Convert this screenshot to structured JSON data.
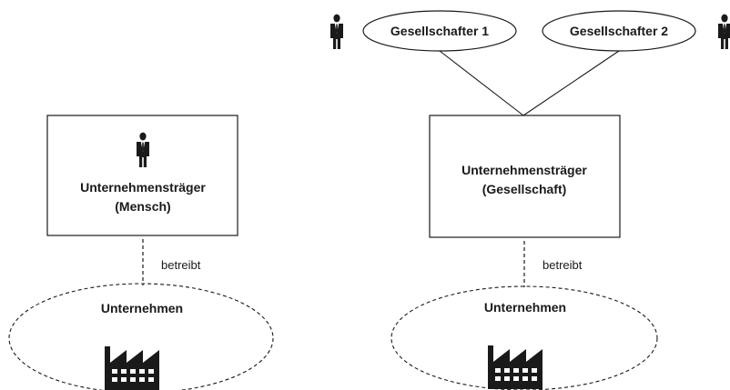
{
  "left_model": {
    "entity_line1": "Unternehmensträger",
    "entity_line2": "(Mensch)",
    "relation_label": "betreibt",
    "enterprise_label": "Unternehmen"
  },
  "right_model": {
    "shareholder_1": "Gesellschafter 1",
    "shareholder_2": "Gesellschafter 2",
    "entity_line1": "Unternehmensträger",
    "entity_line2": "(Gesellschaft)",
    "relation_label": "betreibt",
    "enterprise_label": "Unternehmen"
  },
  "icons": {
    "person": "person-icon",
    "factory": "factory-icon"
  },
  "colors": {
    "ink": "#1a1a1a",
    "background": "#ffffff"
  }
}
